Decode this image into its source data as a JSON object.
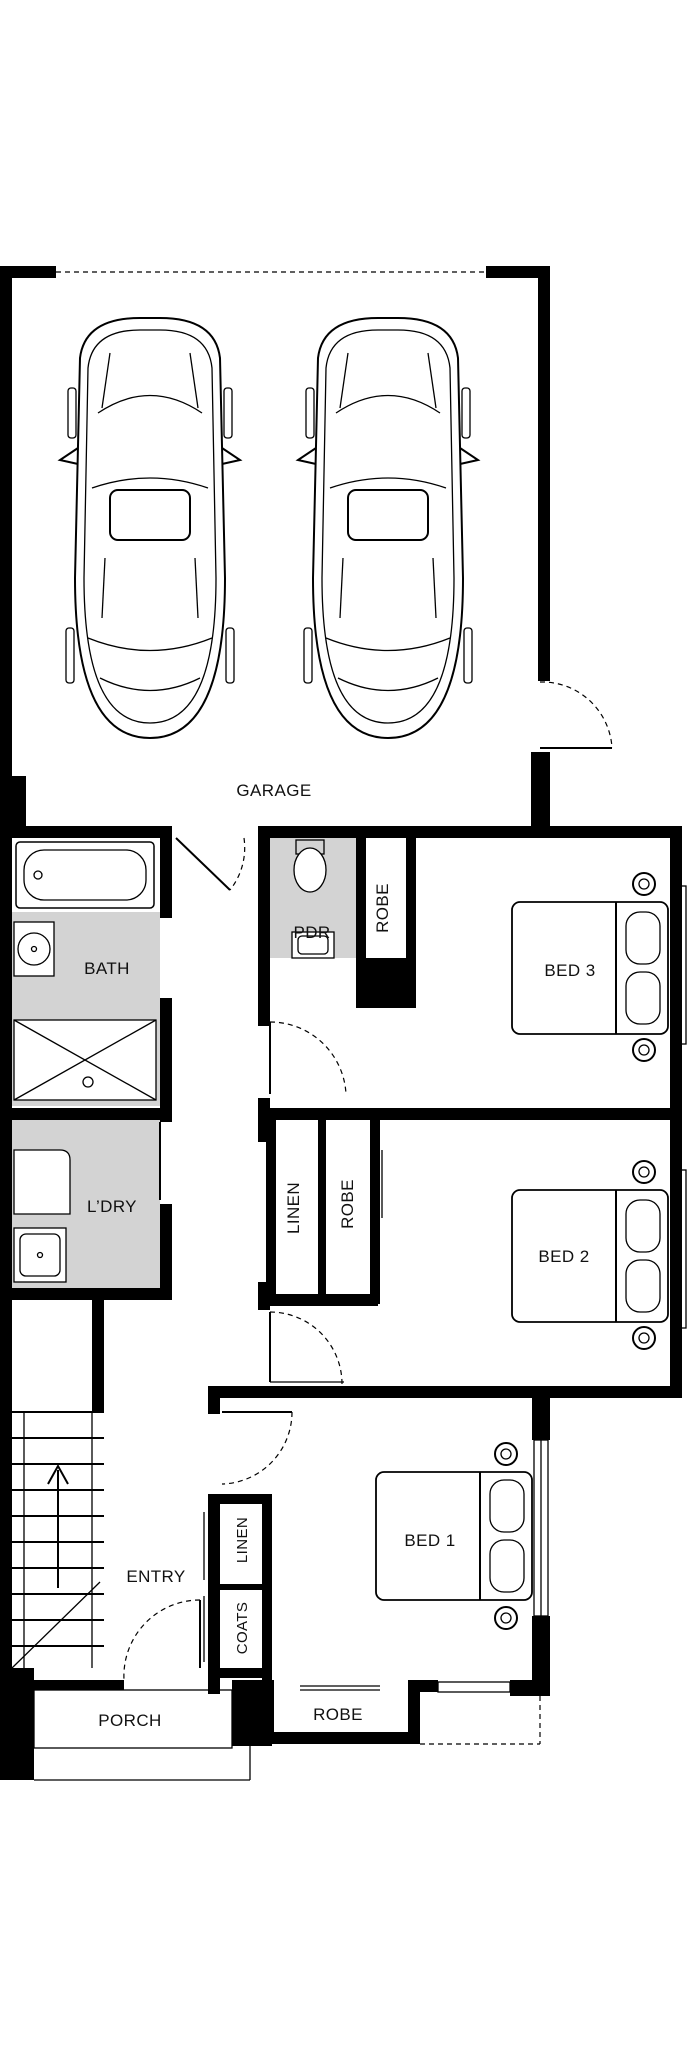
{
  "rooms": {
    "garage": "GARAGE",
    "bath": "BATH",
    "pdr": "PDR",
    "robe_pdr": "ROBE",
    "bed3": "BED 3",
    "laundry": "L’DRY",
    "linen_mid": "LINEN",
    "robe_mid": "ROBE",
    "bed2": "BED 2",
    "bed1": "BED 1",
    "entry": "ENTRY",
    "linen_entry": "LINEN",
    "coats": "COATS",
    "robe_bed1": "ROBE",
    "porch": "PORCH"
  },
  "colors": {
    "wall": "#000000",
    "wet_area": "#d3d3d3",
    "background": "#ffffff"
  }
}
